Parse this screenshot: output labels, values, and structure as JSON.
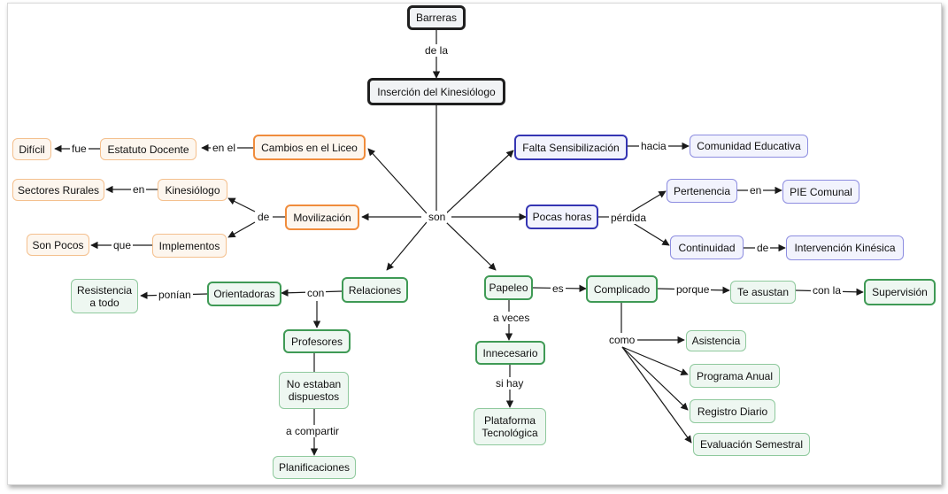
{
  "nodes": {
    "barreras": "Barreras",
    "insercion": "Inserción del Kinesiólogo",
    "cambios_liceo": "Cambios en el Liceo",
    "estatuto_docente": "Estatuto Docente",
    "dificil": "Difícil",
    "movilizacion": "Movilización",
    "kinesiologo": "Kinesiólogo",
    "sectores_rurales": "Sectores Rurales",
    "implementos": "Implementos",
    "son_pocos": "Son Pocos",
    "relaciones": "Relaciones",
    "orientadoras": "Orientadoras",
    "resistencia": "Resistencia a todo",
    "profesores": "Profesores",
    "no_estaban": "No estaban dispuestos",
    "planificaciones": "Planificaciones",
    "falta_sensibilizacion": "Falta Sensibilización",
    "comunidad_educativa": "Comunidad Educativa",
    "pocas_horas": "Pocas horas",
    "pertenencia": "Pertenencia",
    "pie_comunal": "PIE Comunal",
    "continuidad": "Continuidad",
    "intervencion_kinesica": "Intervención Kinésica",
    "papeleo": "Papeleo",
    "complicado": "Complicado",
    "te_asustan": "Te asustan",
    "supervision": "Supervisión",
    "innecesario": "Innecesario",
    "plataforma": "Plataforma Tecnológica",
    "asistencia": "Asistencia",
    "programa_anual": "Programa Anual",
    "registro_diario": "Registro Diario",
    "evaluacion_semestral": "Evaluación Semestral"
  },
  "labels": {
    "de_la": "de la",
    "son": "son",
    "en_el": "en el",
    "fue": "fue",
    "de_mov": "de",
    "en_rural": "en",
    "que": "que",
    "con": "con",
    "ponian": "ponían",
    "a_compartir": "a compartir",
    "hacia": "hacia",
    "perdida": "pérdida",
    "en_pie": "en",
    "de_int": "de",
    "es": "es",
    "porque": "porque",
    "con_la": "con la",
    "a_veces": "a veces",
    "si_hay": "si hay",
    "como": "como"
  },
  "colors": {
    "line": "#1a1a1a",
    "black_node": "#1f1f1f",
    "orange_node": "#f08c3c",
    "blue_node": "#3535b3",
    "green_node": "#3f9a55"
  }
}
